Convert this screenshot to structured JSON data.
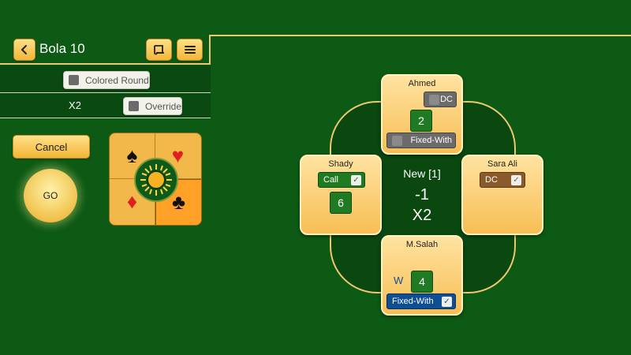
{
  "header": {
    "title": "Bola 10"
  },
  "toolbar": {
    "back_icon": "chevron-left-icon",
    "scroll_icon": "scroll-icon",
    "menu_icon": "hamburger-icon"
  },
  "options": {
    "colored_round_label": "Colored Round",
    "multiplier": "X2",
    "override_label": "Override"
  },
  "actions": {
    "cancel_label": "Cancel",
    "go_label": "GO"
  },
  "suits": [
    {
      "symbol": "♠",
      "color": "#111111",
      "bg": "#f2b94a"
    },
    {
      "symbol": "♥",
      "color": "#e02020",
      "bg": "#f2b94a"
    },
    {
      "symbol": "♦",
      "color": "#e02020",
      "bg": "#f2b94a"
    },
    {
      "symbol": "♣",
      "color": "#111111",
      "bg": "#ffa126"
    }
  ],
  "table": {
    "round_label": "New [1]",
    "score": "-1",
    "multiplier": "X2"
  },
  "players": {
    "top": {
      "name": "Ahmed",
      "dc_label": "DC",
      "bid": "2",
      "fixed_label": "Fixed-With"
    },
    "left": {
      "name": "Shady",
      "call_label": "Call",
      "bid": "6"
    },
    "right": {
      "name": "Sara Ali",
      "dc_label": "DC"
    },
    "bottom": {
      "name": "M.Salah",
      "w_label": "W",
      "bid": "4",
      "fixed_label": "Fixed-With"
    }
  },
  "colors": {
    "felt": "#0d5a14",
    "gold": "#f2b637",
    "accent_green": "#1f7a22",
    "selected_blue": "#0d4e94"
  }
}
